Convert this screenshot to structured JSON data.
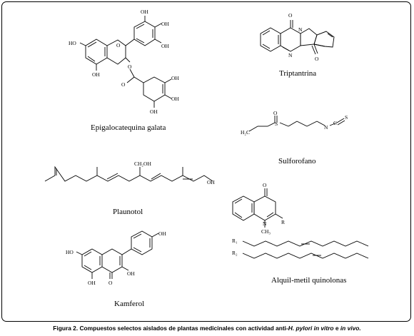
{
  "compounds": {
    "egcg": "Epigalocatequina galata",
    "tryptanthrin": "Triptantrina",
    "sulforaphane": "Sulforofano",
    "plaunotol": "Plaunotol",
    "alkyl_quinolones": "Alquil-metil quinolonas",
    "kaempferol": "Kamferol"
  },
  "atoms": {
    "oh": "OH",
    "ho": "HO",
    "o": "O",
    "n": "N",
    "s": "S",
    "c": "C",
    "r": "R",
    "ch2oh": "CH₂OH",
    "h2c": "H₂C",
    "ch3": "CH₃",
    "r1": "R₁",
    "r2": "R₂"
  },
  "caption": {
    "label": "Figura 2.",
    "text": "Compuestos selectos aislados de plantas medicinales con actividad anti-",
    "italic1": "H. pylori in vitro",
    "mid": " e ",
    "italic2": "in vivo.",
    "period": ""
  }
}
